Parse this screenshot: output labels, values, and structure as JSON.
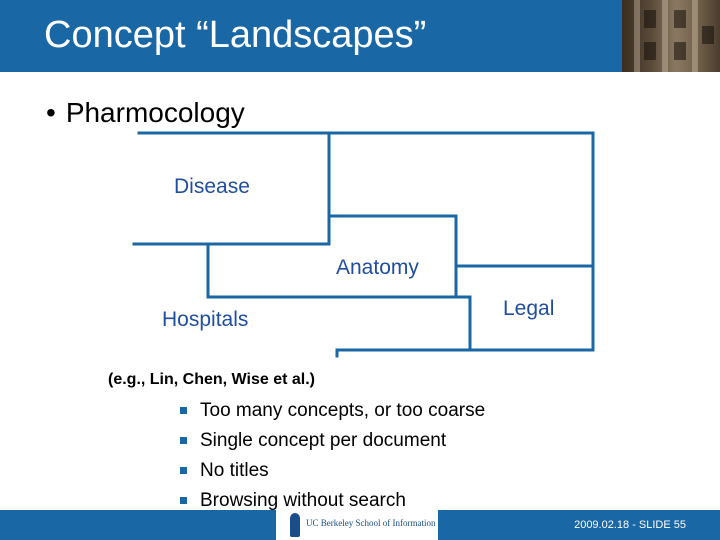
{
  "slide": {
    "title": "Concept “Landscapes”",
    "bullet": "Pharmocology",
    "regions": {
      "disease": "Disease",
      "anatomy": "Anatomy",
      "legal": "Legal",
      "hospitals": "Hospitals"
    },
    "reference": "(e.g., Lin, Chen, Wise et al.)",
    "issues": [
      "Too many concepts, or too coarse",
      "Single concept per document",
      "No titles",
      "Browsing without search"
    ],
    "footer": {
      "logo_text": "UC Berkeley School of Information",
      "slide_number": "2009.02.18 - SLIDE 55"
    }
  },
  "colors": {
    "title_bar": "#1a67a6",
    "diagram_lines": "#1a67a6",
    "region_labels": "#1f4e9c",
    "bullet_square": "#1a67a6"
  },
  "icons": {
    "bullet": "round-bullet",
    "list_bullet": "square-bullet",
    "logo": "berkeley-logo-figure"
  }
}
